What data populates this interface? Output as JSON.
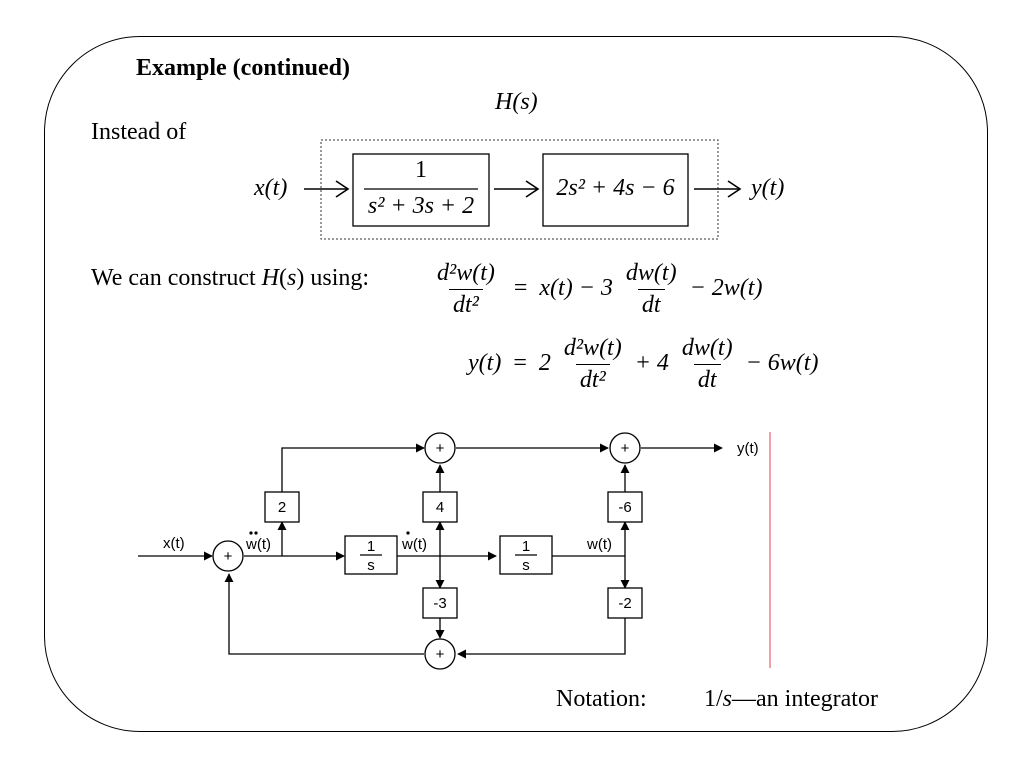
{
  "slide": {
    "title": "Example (continued)",
    "hs_label": "H(s)",
    "instead_of": "Instead of",
    "signal_x": "x(t)",
    "signal_y": "y(t)",
    "block1": {
      "num": "1",
      "den": "s² + 3s + 2"
    },
    "block2": "2s² + 4s − 6",
    "construct": {
      "prefix": "We can construct ",
      "h": "H",
      "paren_open": "(",
      "s": "s",
      "paren_close": ")",
      "suffix": " using:"
    },
    "eq1": {
      "lhs_num": "d²w(t)",
      "lhs_den": "dt²",
      "equals": "=",
      "t1": "x(t) − 3",
      "f_num": "dw(t)",
      "f_den": "dt",
      "t2": "− 2w(t)"
    },
    "eq2": {
      "lhs": "y(t)",
      "equals": "=",
      "c1": "2",
      "f1_num": "d²w(t)",
      "f1_den": "dt²",
      "c2": "+ 4",
      "f2_num": "dw(t)",
      "f2_den": "dt",
      "t3": "− 6w(t)"
    },
    "notation": {
      "label": "Notation:",
      "value_prefix": "1/",
      "value_s": "s",
      "value_suffix": "—an integrator"
    }
  },
  "diagram": {
    "input": "x(t)",
    "output": "y(t)",
    "wdd": "w(t)",
    "wd": "w(t)",
    "w": "w(t)",
    "plus": "+",
    "gains": {
      "g2": "2",
      "g4": "4",
      "g6": "-6",
      "gm3": "-3",
      "gm2": "-2"
    },
    "integrator_num": "1",
    "integrator_den": "s"
  },
  "colors": {
    "marker": "#f4a0a8",
    "line": "#000000"
  }
}
